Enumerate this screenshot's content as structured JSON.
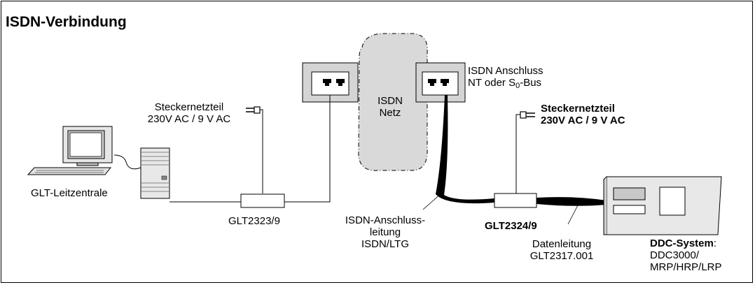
{
  "title": "ISDN-Verbindung",
  "labels": {
    "isdn_anschluss_line1": "ISDN Anschluss",
    "isdn_anschluss_line2_pre": "NT oder S",
    "isdn_anschluss_line2_sub": "0",
    "isdn_anschluss_line2_post": "-Bus",
    "isdn_netz_line1": "ISDN",
    "isdn_netz_line2": "Netz",
    "stecker_left_line1": "Steckernetzteil",
    "stecker_left_line2": "230V AC / 9 V AC",
    "stecker_right_line1": "Steckernetzteil",
    "stecker_right_line2": "230V AC / 9 V AC",
    "glt_leitzentrale": "GLT-Leitzentrale",
    "glt2323": "GLT2323/9",
    "glt2324": "GLT2324/9",
    "anschlussleitung_line1": "ISDN-Anschluss-",
    "anschlussleitung_line2": "leitung",
    "anschlussleitung_line3": "ISDN/LTG",
    "datenleitung_line1": "Datenleitung",
    "datenleitung_line2": "GLT2317.001",
    "ddc_title": "DDC-System",
    "ddc_colon": ":",
    "ddc_line2": "DDC3000/",
    "ddc_line3": "MRP/HRP/LRP"
  }
}
